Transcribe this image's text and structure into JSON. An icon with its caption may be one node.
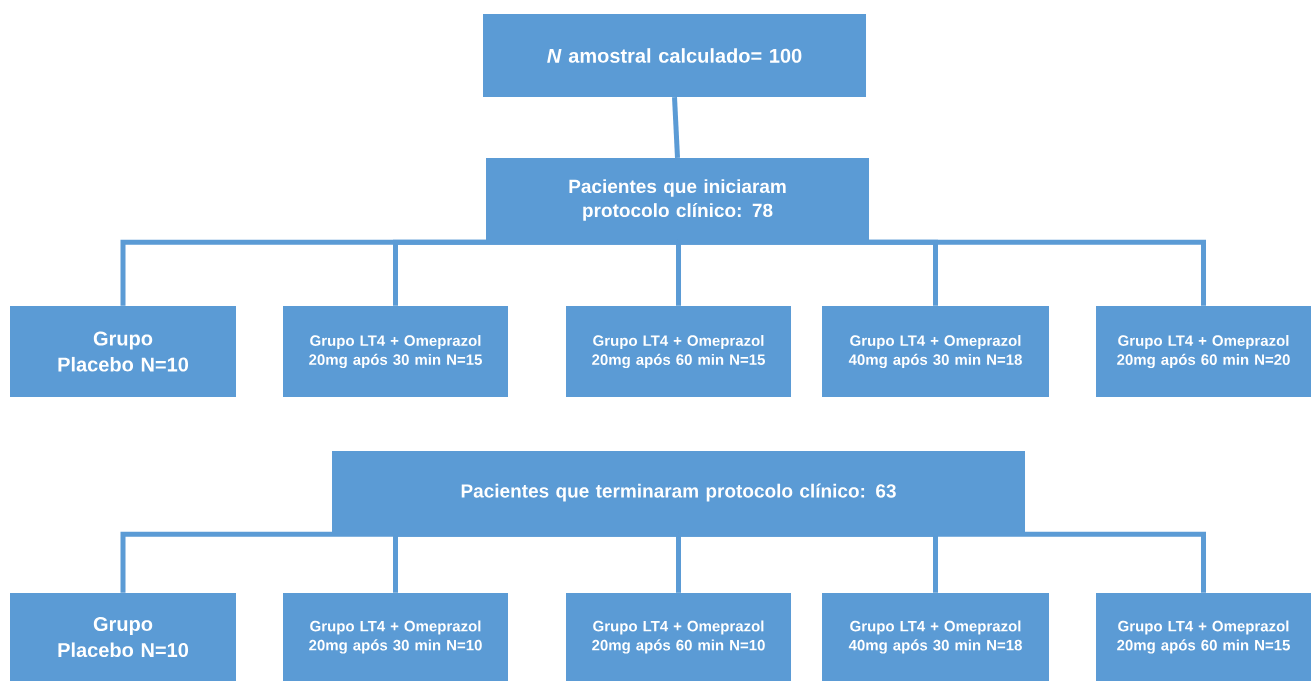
{
  "diagram": {
    "nodes": [
      {
        "text": [
          "*N* amostral calculado= 100"
        ]
      },
      {
        "text": [
          "Pacientes que iniciaram protocolo clínico: 78"
        ]
      },
      {
        "text": [
          "Grupo Placebo N=10"
        ]
      },
      {
        "text": [
          "Grupo LT4 + Omeprazol 20mg após 30 min N=15"
        ]
      },
      {
        "text": [
          "Grupo LT4 + Omeprazol 20mg após 60 min N=15"
        ]
      },
      {
        "text": [
          "Grupo LT4 + Omeprazol 40mg após 30 min N=18"
        ]
      },
      {
        "text": [
          "Grupo LT4 + Omeprazol 20mg após 60 min N=20"
        ]
      },
      {
        "text": [
          "Pacientes que terminaram protocolo clínico: 63"
        ]
      },
      {
        "text": [
          "Grupo Placebo N=10"
        ]
      },
      {
        "text": [
          "Grupo LT4 + Omeprazol 20mg após 30 min N=10"
        ]
      },
      {
        "text": [
          "Grupo LT4 + Omeprazol 20mg após 60 min N=10"
        ]
      },
      {
        "text": [
          "Grupo LT4 + Omeprazol 40mg após 30 min N=18"
        ]
      },
      {
        "text": [
          "Grupo LT4 + Omeprazol 20mg após 60 min N=15"
        ]
      }
    ],
    "edges": [
      {
        "from": 0,
        "to": 1,
        "arrow": "none"
      },
      {
        "from": 1,
        "to": 2,
        "arrow": "none"
      },
      {
        "from": 1,
        "to": 3,
        "arrow": "none"
      },
      {
        "from": 1,
        "to": 4,
        "arrow": "none"
      },
      {
        "from": 1,
        "to": 5,
        "arrow": "none"
      },
      {
        "from": 1,
        "to": 6,
        "arrow": "none"
      },
      {
        "from": 7,
        "to": 8,
        "arrow": "none"
      },
      {
        "from": 7,
        "to": 9,
        "arrow": "none"
      },
      {
        "from": 7,
        "to": 10,
        "arrow": "none"
      },
      {
        "from": 7,
        "to": 11,
        "arrow": "none"
      },
      {
        "from": 7,
        "to": 12,
        "arrow": "none"
      }
    ]
  }
}
